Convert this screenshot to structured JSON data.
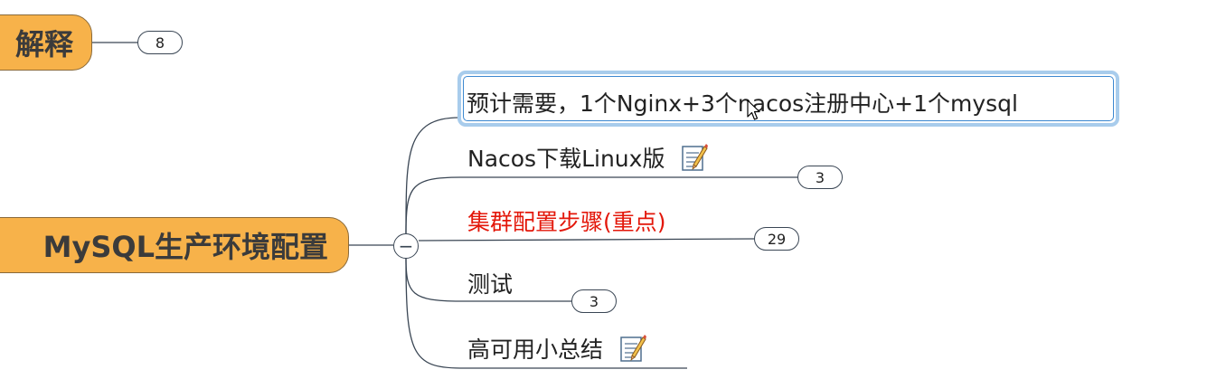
{
  "main_topics": {
    "topic_1_label": "解释",
    "topic_1_count": "8",
    "topic_2_label": "MySQL生产环境配置"
  },
  "subtopics": [
    {
      "label": "预计需要，1个Nginx+3个nacos注册中心+1个mysql",
      "color": "#222222"
    },
    {
      "label": "Nacos下载Linux版",
      "note": "note-icon",
      "count": "3",
      "color": "#222222"
    },
    {
      "label": "集群配置步骤(重点)",
      "count": "29",
      "color": "#e3170a"
    },
    {
      "label": "测试",
      "count": "3",
      "color": "#222222"
    },
    {
      "label": "高可用小总结",
      "note": "note-icon",
      "color": "#222222"
    }
  ],
  "collapse_symbol": "−",
  "colors": {
    "topic_fill": "#f7b24a",
    "connector": "#3a4654",
    "selection": "#3c88d0",
    "highlight_text": "#e3170a"
  }
}
